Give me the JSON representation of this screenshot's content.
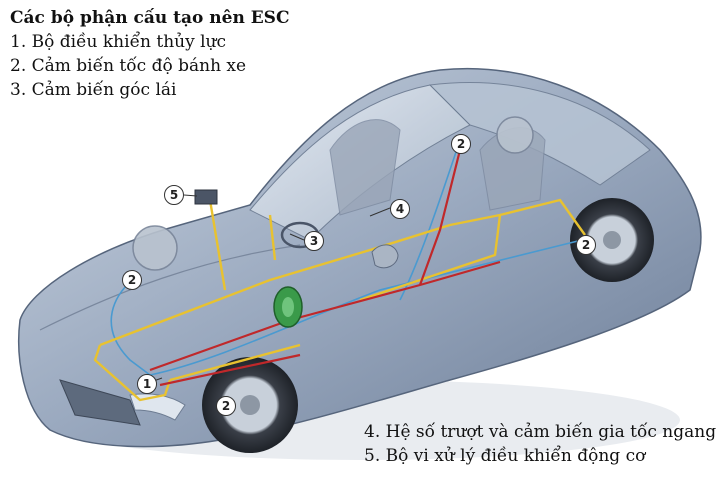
{
  "legend_top": {
    "title": "Các bộ phận cấu tạo nên ESC",
    "items": [
      "1.  Bộ điều khiển thủy lực",
      "2.  Cảm biến tốc độ bánh xe",
      "3.  Cảm biến góc lái"
    ]
  },
  "legend_bottom": {
    "items": [
      "4.  Hệ số trượt và cảm biến gia tốc ngang",
      "5.  Bộ vi xử lý điều khiển động cơ"
    ]
  },
  "callouts": [
    {
      "id": "callout-1",
      "label": "1"
    },
    {
      "id": "callout-2-front-left",
      "label": "2"
    },
    {
      "id": "callout-2-front-right",
      "label": "2"
    },
    {
      "id": "callout-2-rear-left",
      "label": "2"
    },
    {
      "id": "callout-2-rear-right",
      "label": "2"
    },
    {
      "id": "callout-3",
      "label": "3"
    },
    {
      "id": "callout-4",
      "label": "4"
    },
    {
      "id": "callout-5",
      "label": "5"
    }
  ],
  "colors": {
    "car_body": "#8fa0b8",
    "yellow_line": "#e8c230",
    "red_line": "#c0282a",
    "blue_line": "#4a9ad0",
    "controller_green": "#3a9a4a"
  }
}
